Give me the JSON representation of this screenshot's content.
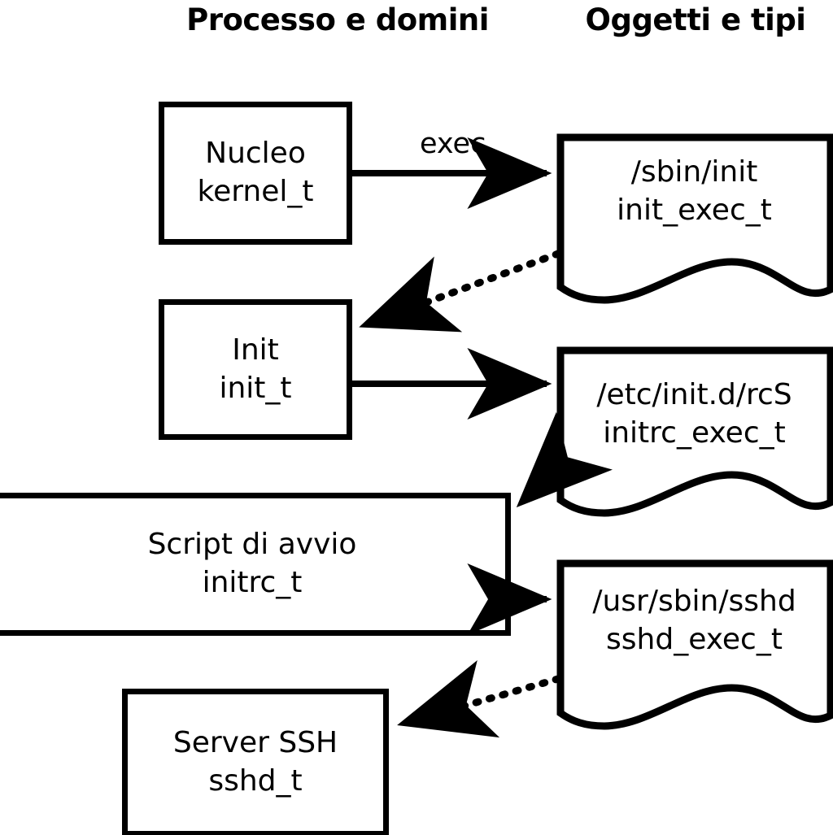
{
  "diagram": {
    "title_left": "Processo\ne domini",
    "headers": {
      "left_line1": "Processo",
      "left_line2": "e domini",
      "right_line1": "Oggetti e",
      "right_line2": "tipi"
    },
    "colors": {
      "stroke": "#000000",
      "fill": "#ffffff",
      "background": "#ffffff"
    },
    "process_boxes": [
      {
        "id": "kernel",
        "line1": "Nucleo",
        "line2": "kernel_t"
      },
      {
        "id": "init",
        "line1": "Init",
        "line2": "init_t"
      },
      {
        "id": "initrc",
        "line1": "Script di avvio",
        "line2": "initrc_t"
      },
      {
        "id": "sshd",
        "line1": "Server SSH",
        "line2": "sshd_t"
      }
    ],
    "object_docs": [
      {
        "id": "init_exec",
        "line1": "/sbin/init",
        "line2": "init_exec_t"
      },
      {
        "id": "initrc_exec",
        "line1": "/etc/init.d/rcS",
        "line2": "initrc_exec_t"
      },
      {
        "id": "sshd_exec",
        "line1": "/usr/sbin/sshd",
        "line2": "sshd_exec_t"
      }
    ],
    "edges": [
      {
        "id": "kernel-exec-init_exec",
        "from": "kernel",
        "to": "init_exec",
        "label": "exec",
        "style": "solid"
      },
      {
        "id": "init_exec-transition-init",
        "from": "init_exec",
        "to": "init",
        "label": "",
        "style": "dotted"
      },
      {
        "id": "init-exec-initrc_exec",
        "from": "init",
        "to": "initrc_exec",
        "label": "",
        "style": "solid"
      },
      {
        "id": "initrc_exec-transition-initrc",
        "from": "initrc_exec",
        "to": "initrc",
        "label": "",
        "style": "dotted"
      },
      {
        "id": "initrc-exec-sshd_exec",
        "from": "initrc",
        "to": "sshd_exec",
        "label": "",
        "style": "solid"
      },
      {
        "id": "sshd_exec-transition-sshd",
        "from": "sshd_exec",
        "to": "sshd",
        "label": "",
        "style": "dotted"
      }
    ],
    "edge_labels": {
      "exec": "exec"
    }
  }
}
